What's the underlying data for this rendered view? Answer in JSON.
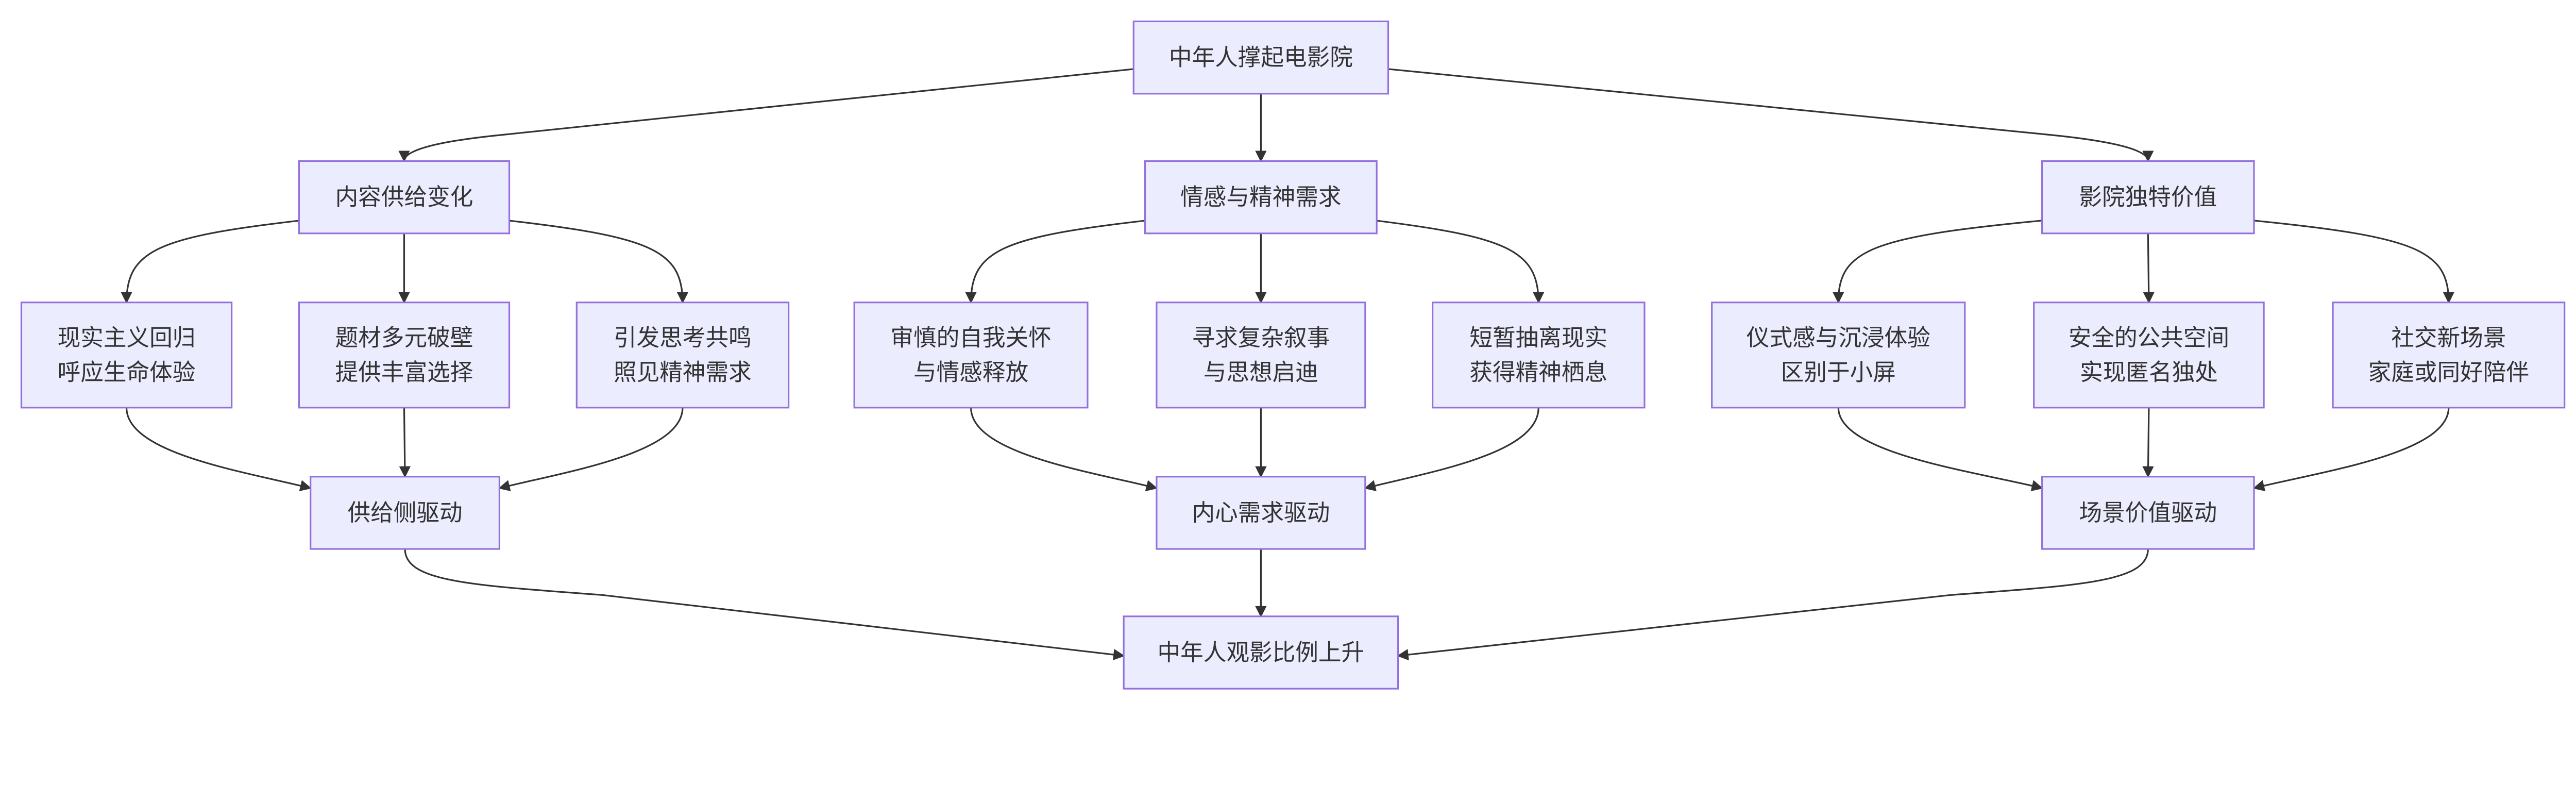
{
  "colors": {
    "node_fill": "#ECECFF",
    "node_stroke": "#9370DB",
    "edge": "#333333",
    "text": "#333333"
  },
  "nodes": {
    "root": [
      "中年人撑起电影院"
    ],
    "supply": [
      "内容供给变化"
    ],
    "emotion": [
      "情感与精神需求"
    ],
    "cinema": [
      "影院独特价值"
    ],
    "realism": [
      "现实主义回归",
      "呼应生命体验"
    ],
    "genre": [
      "题材多元破壁",
      "提供丰富选择"
    ],
    "think": [
      "引发思考共鸣",
      "照见精神需求"
    ],
    "selfcare": [
      "审慎的自我关怀",
      "与情感释放"
    ],
    "narrative": [
      "寻求复杂叙事",
      "与思想启迪"
    ],
    "escape": [
      "短暂抽离现实",
      "获得精神栖息"
    ],
    "ritual": [
      "仪式感与沉浸体验",
      "区别于小屏"
    ],
    "public": [
      "安全的公共空间",
      "实现匿名独处"
    ],
    "social": [
      "社交新场景",
      "家庭或同好陪伴"
    ],
    "supplyDrive": [
      "供给侧驱动"
    ],
    "innerDrive": [
      "内心需求驱动"
    ],
    "sceneDrive": [
      "场景价值驱动"
    ],
    "result": [
      "中年人观影比例上升"
    ]
  },
  "edges": [
    [
      "root",
      "supply"
    ],
    [
      "root",
      "emotion"
    ],
    [
      "root",
      "cinema"
    ],
    [
      "supply",
      "realism"
    ],
    [
      "supply",
      "genre"
    ],
    [
      "supply",
      "think"
    ],
    [
      "emotion",
      "selfcare"
    ],
    [
      "emotion",
      "narrative"
    ],
    [
      "emotion",
      "escape"
    ],
    [
      "cinema",
      "ritual"
    ],
    [
      "cinema",
      "public"
    ],
    [
      "cinema",
      "social"
    ],
    [
      "realism",
      "supplyDrive"
    ],
    [
      "genre",
      "supplyDrive"
    ],
    [
      "think",
      "supplyDrive"
    ],
    [
      "selfcare",
      "innerDrive"
    ],
    [
      "narrative",
      "innerDrive"
    ],
    [
      "escape",
      "innerDrive"
    ],
    [
      "ritual",
      "sceneDrive"
    ],
    [
      "public",
      "sceneDrive"
    ],
    [
      "social",
      "sceneDrive"
    ],
    [
      "supplyDrive",
      "result"
    ],
    [
      "innerDrive",
      "result"
    ],
    [
      "sceneDrive",
      "result"
    ]
  ]
}
